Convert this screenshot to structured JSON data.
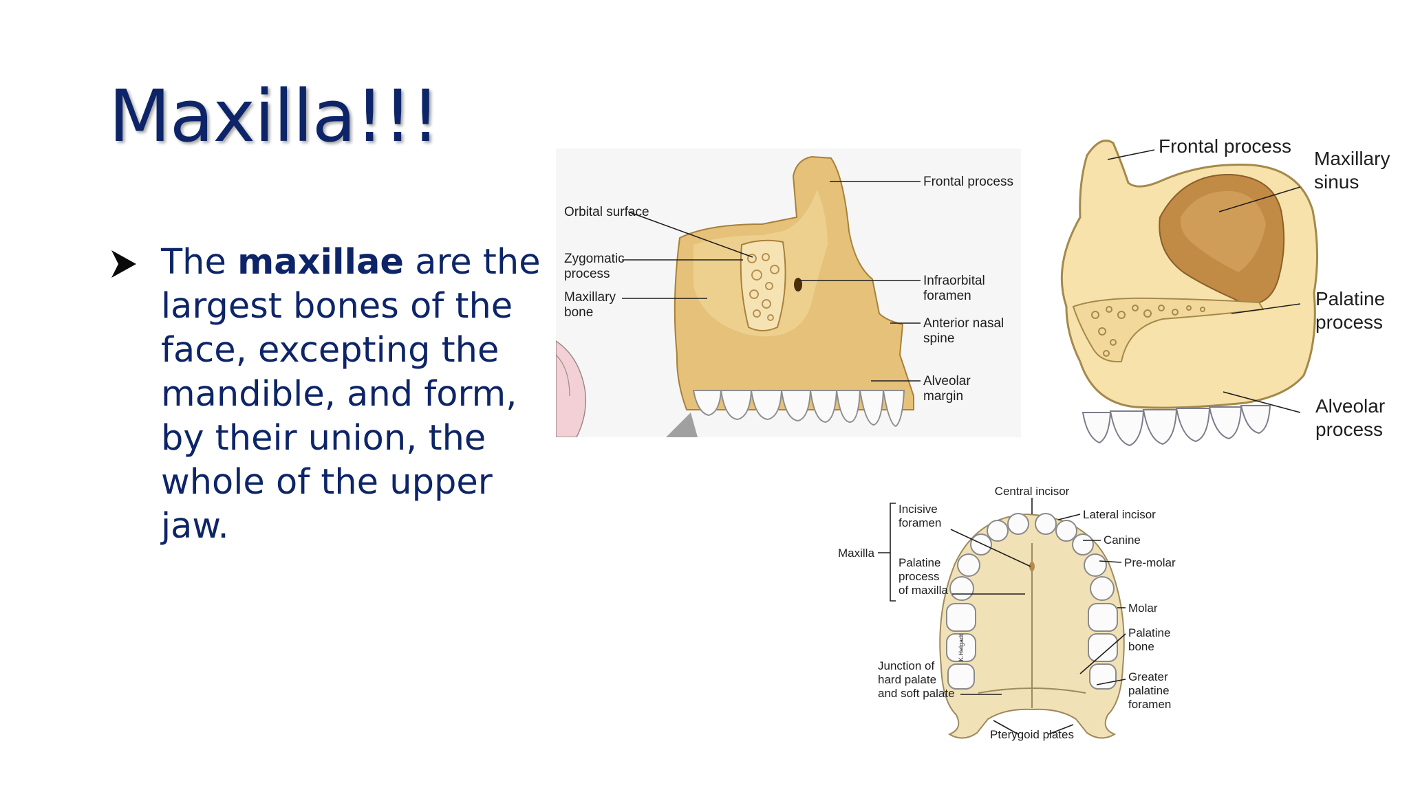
{
  "slide": {
    "title": "Maxilla!!!",
    "bullet": {
      "text_before": "The ",
      "text_bold": "maxillae",
      "text_after": " are the largest bones of the face, excepting the mandible, and form, by their union, the whole of the upper jaw."
    }
  },
  "figure_lateral": {
    "labels": {
      "orbital_surface": "Orbital surface",
      "zygomatic_1": "Zygomatic",
      "zygomatic_2": "process",
      "maxillary_1": "Maxillary",
      "maxillary_2": "bone",
      "frontal_process": "Frontal process",
      "infraorbital_1": "Infraorbital",
      "infraorbital_2": "foramen",
      "nasal_spine_1": "Anterior nasal",
      "nasal_spine_2": "spine",
      "alveolar_1": "Alveolar",
      "alveolar_2": "margin"
    }
  },
  "figure_medial": {
    "labels": {
      "frontal_process": "Frontal process",
      "sinus_1": "Maxillary",
      "sinus_2": "sinus",
      "palatine_1": "Palatine",
      "palatine_2": "process",
      "alveolar_1": "Alveolar",
      "alveolar_2": "process"
    }
  },
  "figure_palate": {
    "labels": {
      "central_incisor": "Central incisor",
      "lateral_incisor": "Lateral incisor",
      "canine": "Canine",
      "premolar": "Pre-molar",
      "molar": "Molar",
      "palatine_bone_1": "Palatine",
      "palatine_bone_2": "bone",
      "greater_1": "Greater",
      "greater_2": "palatine",
      "greater_3": "foramen",
      "pterygoid": "Pterygoid plates",
      "junction_1": "Junction of",
      "junction_2": "hard palate",
      "junction_3": "and soft palate",
      "maxilla": "Maxilla",
      "incisive_1": "Incisive",
      "incisive_2": "foramen",
      "palatine_proc_1": "Palatine",
      "palatine_proc_2": "process",
      "palatine_proc_3": "of maxilla",
      "signature": "K.Helgadt"
    }
  },
  "colors": {
    "title": "#0d2568",
    "text": "#0d2568",
    "bone_light": "#f3dca3",
    "bone_mid": "#dcb36a",
    "bone_dark": "#b8893e",
    "sinus": "#b77f3f"
  }
}
